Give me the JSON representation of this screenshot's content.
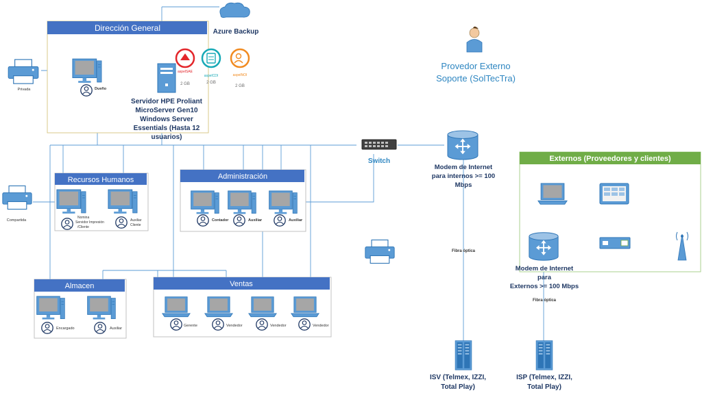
{
  "groups": {
    "direccion": "Dirección General",
    "rh": "Recursos Humanos",
    "admin": "Administración",
    "almacen": "Almacen",
    "ventas": "Ventas",
    "externos": "Externos (Proveedores y clientes)"
  },
  "labels": {
    "azure": "Azure Backup",
    "server": [
      "Servidor HPE Proliant",
      "MicroServer Gen10",
      "Windows Server",
      "Essentials (Hasta 12",
      "usuarios)"
    ],
    "sae_brand": "aspelSAE",
    "cdi_brand": "aspelCDI",
    "noi_brand": "aspelNOI",
    "sae_size": "2 GB",
    "cdi_size": "2 GB",
    "noi_size": "2 GB",
    "privada": "Privada",
    "dueno": "Dueño",
    "compartida": "Compartida",
    "rh_user1": [
      "Nomina",
      "Servidor Impresión",
      "/Cliente"
    ],
    "rh_user2": [
      "Auxiliar",
      "Cliente"
    ],
    "contador": "Contador",
    "auxiliar": "Auxiliar",
    "encargado": "Encargado",
    "gerente": "Gerente",
    "vendedor": "Vendedor",
    "switch": "Switch",
    "proveedor": [
      "Provedor Externo",
      "Soporte (SolTecTra)"
    ],
    "modem_int": [
      "Modem de Internet",
      "para internos >= 100",
      "Mbps"
    ],
    "modem_ext": [
      "Modem de Internet",
      "para",
      "Externos >= 100 Mbps"
    ],
    "fibra": "Fibra óptica",
    "isv": [
      "ISV (Telmex, IZZI,",
      "Total Play)"
    ],
    "isp": [
      "ISP (Telmex, IZZI,",
      "Total Play)"
    ]
  },
  "colors": {
    "header_blue": "#4472c4",
    "header_green": "#70ad47",
    "line": "#5b9bd5",
    "device": "#5b9bd5",
    "device_dark": "#2e75b6",
    "text_teal": "#2e86c1"
  }
}
